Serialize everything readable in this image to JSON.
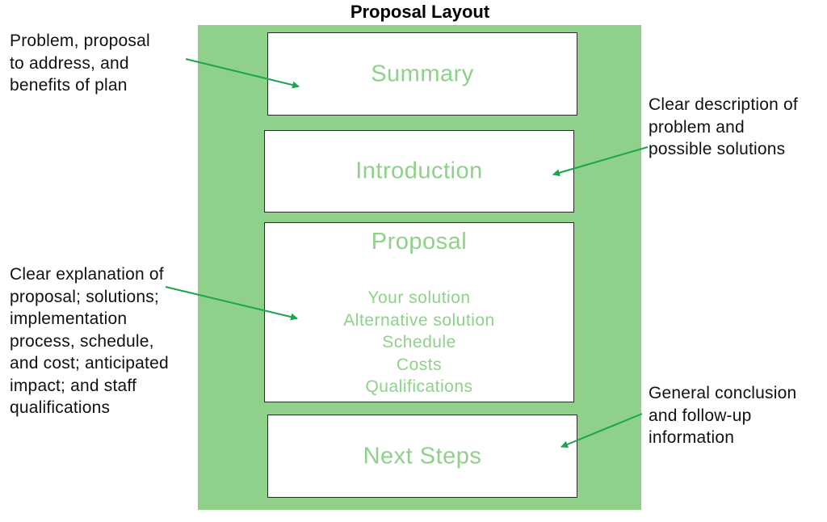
{
  "title": "Proposal Layout",
  "colors": {
    "panel": "#8fd18a",
    "box_text": "#8fd18a",
    "arrow": "#1aa64a"
  },
  "boxes": {
    "summary": {
      "title": "Summary"
    },
    "introduction": {
      "title": "Introduction"
    },
    "proposal": {
      "title": "Proposal",
      "items": [
        "Your solution",
        "Alternative solution",
        "Schedule",
        "Costs",
        "Qualifications"
      ]
    },
    "next_steps": {
      "title": "Next Steps"
    }
  },
  "notes": {
    "summary": [
      "Problem, proposal",
      "to address, and",
      "benefits of plan"
    ],
    "introduction": [
      "Clear description of",
      "problem and",
      "possible solutions"
    ],
    "proposal": [
      "Clear explanation of",
      "proposal; solutions;",
      "implementation",
      "process, schedule,",
      "and cost; anticipated",
      "impact; and staff",
      "qualifications"
    ],
    "next_steps": [
      "General conclusion",
      "and follow-up",
      "information"
    ]
  }
}
